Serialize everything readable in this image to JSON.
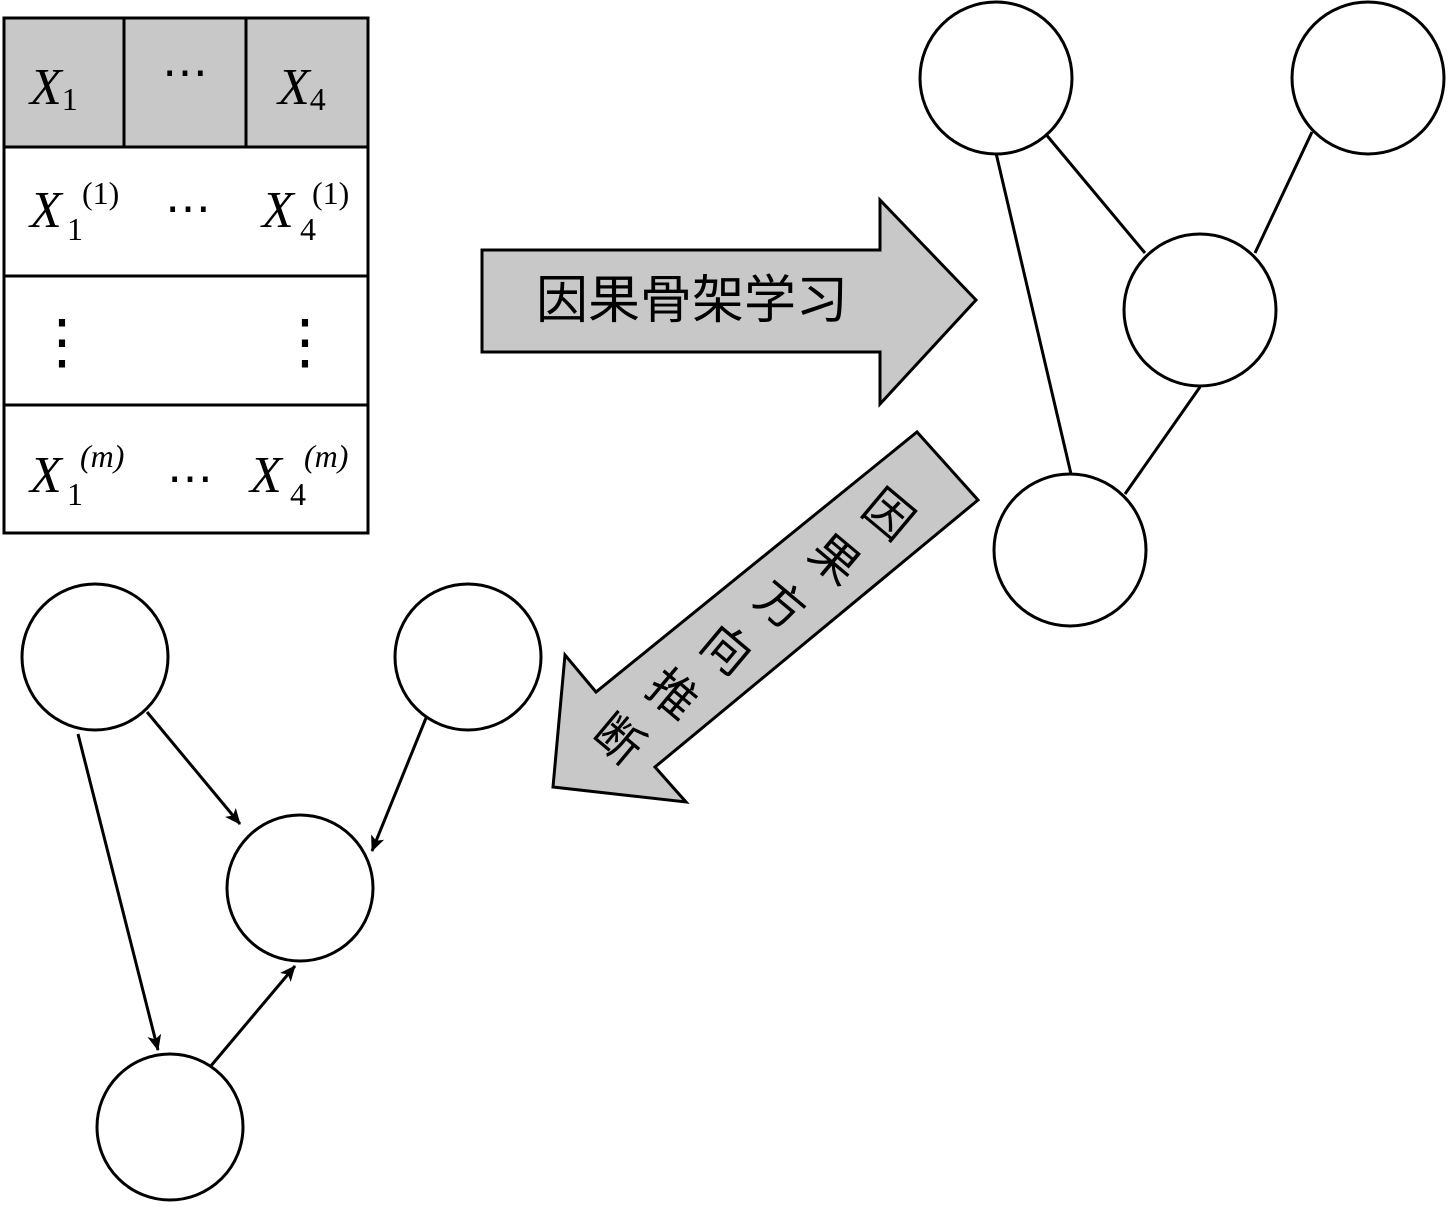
{
  "table": {
    "header": {
      "var": "X",
      "first_sub": "1",
      "ellipsis": "⋯",
      "last_sub": "4"
    },
    "rows": [
      {
        "var": "X",
        "first_sub": "1",
        "sup": "(1)",
        "ellipsis": "⋯",
        "last_sub": "4"
      },
      {
        "vdots": "⋮"
      },
      {
        "var": "X",
        "first_sub": "1",
        "sup": "(m)",
        "ellipsis": "⋯",
        "last_sub": "4"
      }
    ],
    "header_fill": "#c8c8c8"
  },
  "arrows": {
    "skeleton_learning": {
      "label": "因果骨架学习",
      "fill": "#c8c8c8"
    },
    "direction_inference": {
      "label": "因果方向推断",
      "fill": "#c8c8c8"
    }
  },
  "skeleton_graph": {
    "nodes": 4,
    "edges": [
      [
        "top-left",
        "middle"
      ],
      [
        "top-right",
        "middle"
      ],
      [
        "top-left",
        "bottom"
      ],
      [
        "middle",
        "bottom"
      ]
    ],
    "directed": false
  },
  "dag_graph": {
    "nodes": 4,
    "edges": [
      [
        "top-left",
        "middle"
      ],
      [
        "top-right",
        "middle"
      ],
      [
        "top-left",
        "bottom"
      ],
      [
        "bottom",
        "middle"
      ]
    ],
    "directed": true
  }
}
